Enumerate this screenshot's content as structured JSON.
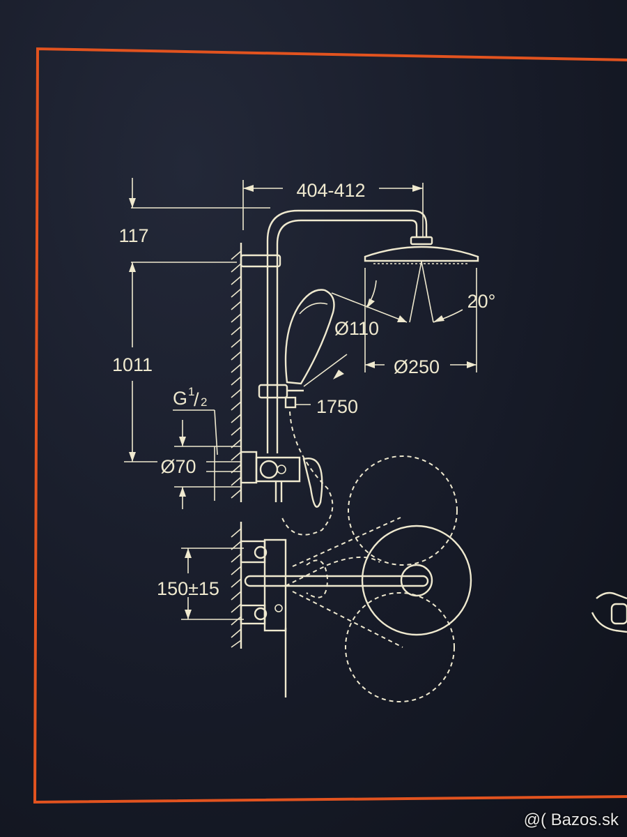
{
  "colors": {
    "background": "#161a26",
    "frame": "#e2531f",
    "line_art": "#efe9cf"
  },
  "diagram": {
    "dimensions": {
      "width": "404-412",
      "top_offset": "117",
      "height": "1011",
      "hand_shower": "Ø110",
      "head_shower": "Ø250",
      "angle": "20°",
      "hose": "1750",
      "thread_main": "G",
      "thread_fraction_num": "1",
      "thread_fraction_den": "2",
      "rosette": "Ø70",
      "center_distance": "150±15"
    }
  },
  "watermark": {
    "text": "@( Bazos.sk"
  }
}
